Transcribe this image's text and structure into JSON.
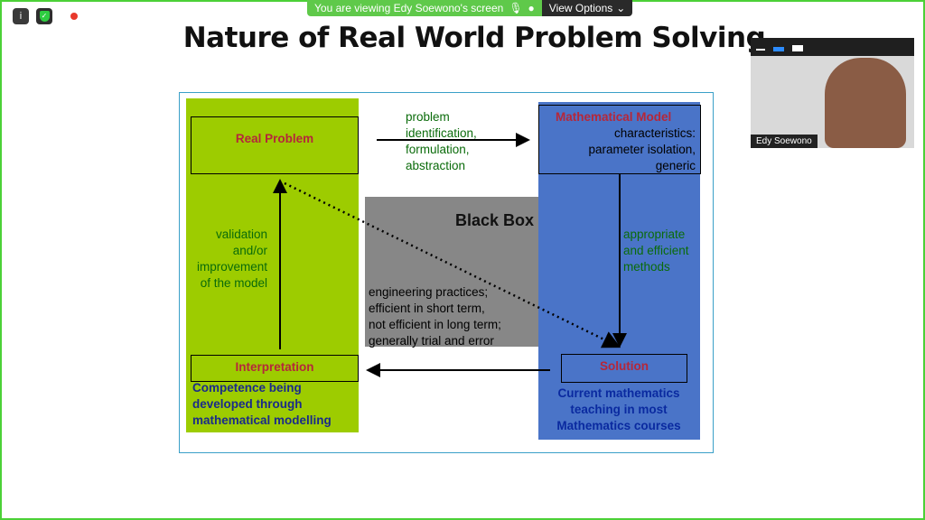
{
  "banner": {
    "message": "You are viewing Edy Soewono's screen",
    "options_label": "View Options"
  },
  "slide": {
    "title": "Nature of Real World Problem Solving",
    "real_problem": "Real Problem",
    "arrow_top_label": [
      "problem",
      "identification,",
      "formulation,",
      "abstraction"
    ],
    "math_model_title": "Mathematical Model",
    "math_model_lines": [
      "characteristics:",
      "parameter isolation,",
      "generic"
    ],
    "black_box_title": "Black Box",
    "black_box_lines": [
      "engineering practices;",
      "efficient in short term,",
      "not efficient in long term;",
      "generally trial and error"
    ],
    "validation_lines": [
      "validation",
      "and/or",
      "improvement",
      "of the model"
    ],
    "methods_lines": [
      "appropriate",
      "and efficient",
      "methods"
    ],
    "interpretation": "Interpretation",
    "solution": "Solution",
    "competence_lines": [
      "Competence being",
      "developed through",
      "mathematical modelling"
    ],
    "current_lines": [
      "Current mathematics",
      "teaching in most",
      "Mathematics courses"
    ]
  },
  "video": {
    "participant_name": "Edy Soewono"
  },
  "colors": {
    "frame": "#4cd137",
    "green_col": "#9dcc00",
    "blue_col": "#4a74c8",
    "gray_box": "#878787"
  }
}
